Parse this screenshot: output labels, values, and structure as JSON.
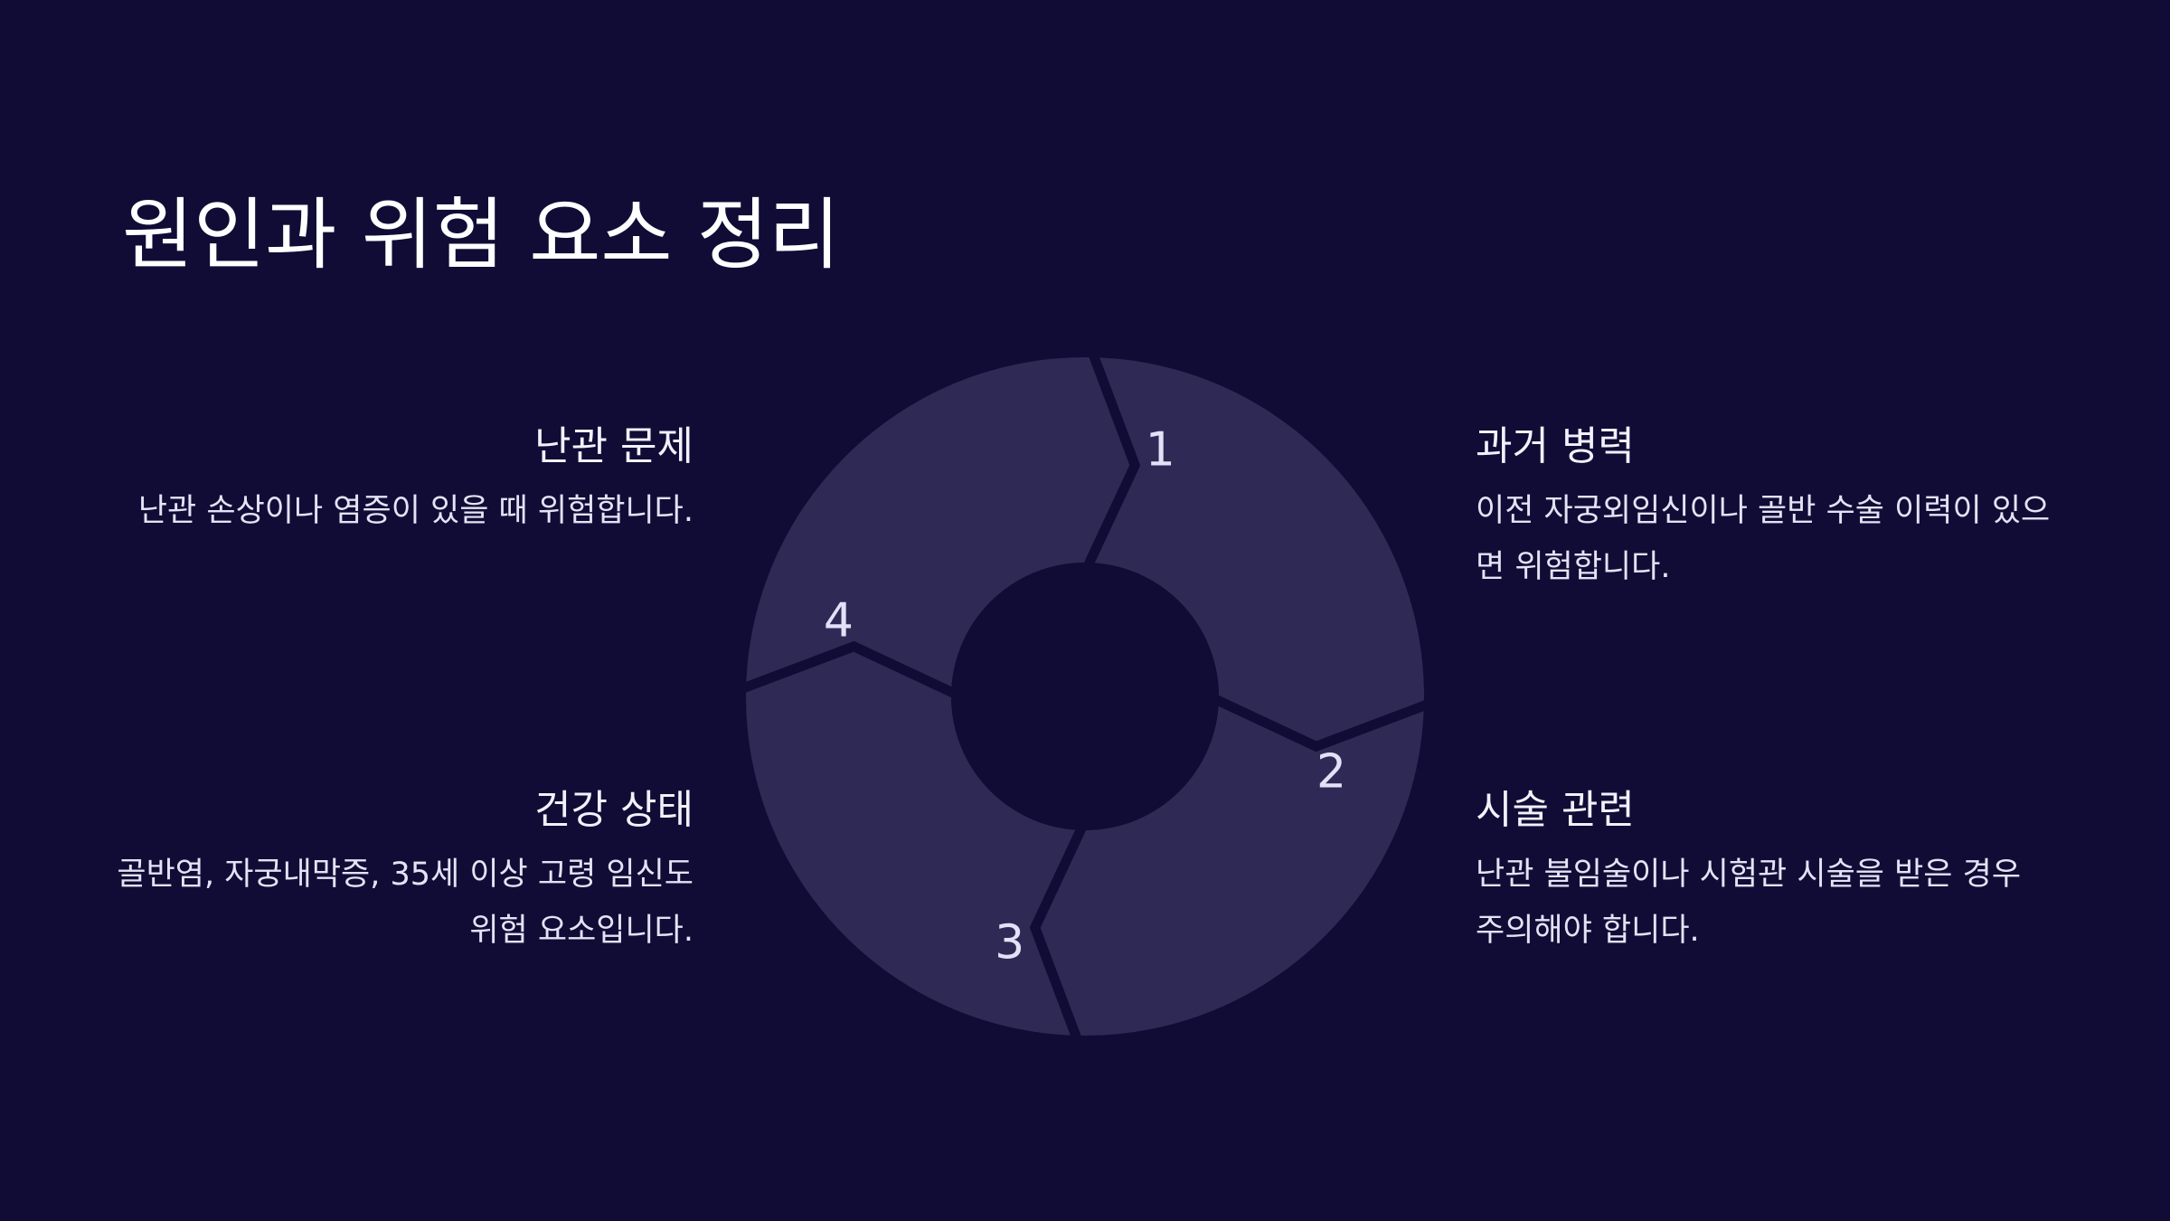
{
  "title": "원인과 위험 요소 정리",
  "colors": {
    "background": "#110c36",
    "segment": "#2f2a55",
    "separator": "#110c36",
    "text": "#ffffff"
  },
  "cycle": {
    "segments": [
      {
        "number": "1"
      },
      {
        "number": "2"
      },
      {
        "number": "3"
      },
      {
        "number": "4"
      }
    ]
  },
  "items": [
    {
      "title": "난관 문제",
      "desc": "난관 손상이나 염증이 있을 때 위험합니다."
    },
    {
      "title": "과거 병력",
      "desc": "이전 자궁외임신이나 골반 수술 이력이 있으면 위험합니다."
    },
    {
      "title": "시술 관련",
      "desc": "난관 불임술이나 시험관 시술을 받은 경우 주의해야 합니다."
    },
    {
      "title": "건강 상태",
      "desc": "골반염, 자궁내막증, 35세 이상 고령 임신도 위험 요소입니다."
    }
  ]
}
